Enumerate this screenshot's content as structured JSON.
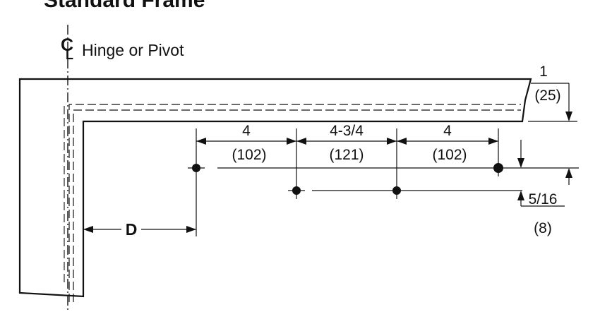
{
  "title": "Standard Frame",
  "centerline": {
    "symbol": "C",
    "symbol_sub": "L",
    "label": "Hinge or Pivot"
  },
  "dimensions": {
    "frame_depth": {
      "value": "1",
      "metric": "(25)"
    },
    "spacing_1": {
      "value": "4",
      "metric": "(102)"
    },
    "spacing_2": {
      "value": "4-3/4",
      "metric": "(121)"
    },
    "spacing_3": {
      "value": "4",
      "metric": "(102)"
    },
    "offset": {
      "value": "5/16",
      "metric": "(8)"
    },
    "d_label": "D"
  },
  "colors": {
    "line": "#111111",
    "background": "#ffffff"
  }
}
